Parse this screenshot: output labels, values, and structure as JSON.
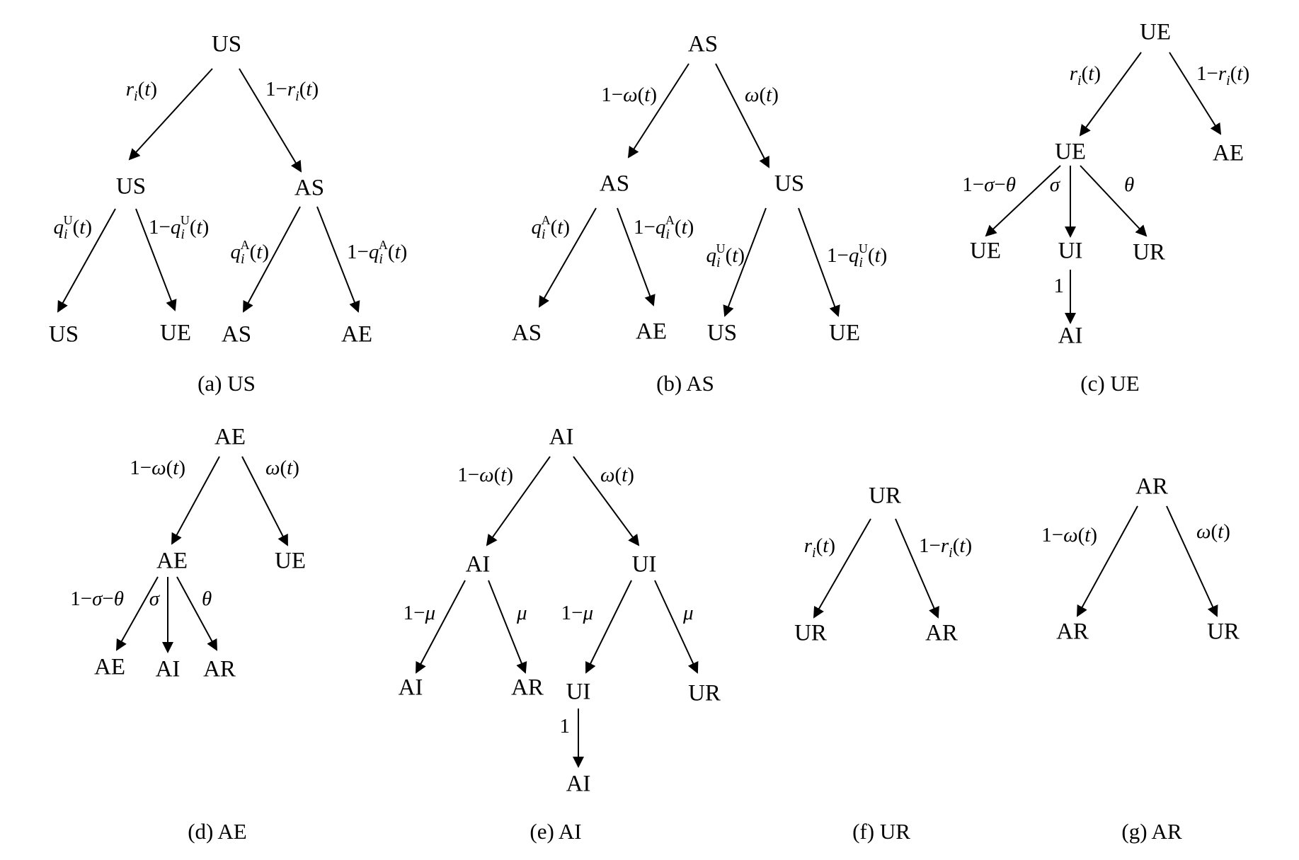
{
  "diagrams": [
    {
      "caption": "(a) US",
      "nodes": [
        "US",
        "US",
        "AS",
        "US",
        "UE",
        "AS",
        "AE"
      ],
      "edges": [
        {
          "from": 0,
          "to": 1,
          "label": "r_i(t)"
        },
        {
          "from": 0,
          "to": 2,
          "label": "1−r_i(t)"
        },
        {
          "from": 1,
          "to": 3,
          "label": "q_i^U(t)"
        },
        {
          "from": 1,
          "to": 4,
          "label": "1−q_i^U(t)"
        },
        {
          "from": 2,
          "to": 5,
          "label": "q_i^A(t)"
        },
        {
          "from": 2,
          "to": 6,
          "label": "1−q_i^A(t)"
        }
      ]
    },
    {
      "caption": "(b) AS",
      "nodes": [
        "AS",
        "AS",
        "US",
        "AS",
        "AE",
        "US",
        "UE"
      ],
      "edges": [
        {
          "from": 0,
          "to": 1,
          "label": "1−ω(t)"
        },
        {
          "from": 0,
          "to": 2,
          "label": "ω(t)"
        },
        {
          "from": 1,
          "to": 3,
          "label": "q_i^A(t)"
        },
        {
          "from": 1,
          "to": 4,
          "label": "1−q_i^A(t)"
        },
        {
          "from": 2,
          "to": 5,
          "label": "q_i^U(t)"
        },
        {
          "from": 2,
          "to": 6,
          "label": "1−q_i^U(t)"
        }
      ]
    },
    {
      "caption": "(c) UE",
      "nodes": [
        "UE",
        "UE",
        "AE",
        "UE",
        "UI",
        "UR",
        "AI"
      ],
      "edges": [
        {
          "from": 0,
          "to": 1,
          "label": "r_i(t)"
        },
        {
          "from": 0,
          "to": 2,
          "label": "1−r_i(t)"
        },
        {
          "from": 1,
          "to": 3,
          "label": "1−σ−θ"
        },
        {
          "from": 1,
          "to": 4,
          "label": "σ"
        },
        {
          "from": 1,
          "to": 5,
          "label": "θ"
        },
        {
          "from": 4,
          "to": 6,
          "label": "1"
        }
      ]
    },
    {
      "caption": "(d) AE",
      "nodes": [
        "AE",
        "AE",
        "UE",
        "AE",
        "AI",
        "AR"
      ],
      "edges": [
        {
          "from": 0,
          "to": 1,
          "label": "1−ω(t)"
        },
        {
          "from": 0,
          "to": 2,
          "label": "ω(t)"
        },
        {
          "from": 1,
          "to": 3,
          "label": "1−σ−θ"
        },
        {
          "from": 1,
          "to": 4,
          "label": "σ"
        },
        {
          "from": 1,
          "to": 5,
          "label": "θ"
        }
      ]
    },
    {
      "caption": "(e) AI",
      "nodes": [
        "AI",
        "AI",
        "UI",
        "AI",
        "AR",
        "UI",
        "UR",
        "AI"
      ],
      "edges": [
        {
          "from": 0,
          "to": 1,
          "label": "1−ω(t)"
        },
        {
          "from": 0,
          "to": 2,
          "label": "ω(t)"
        },
        {
          "from": 1,
          "to": 3,
          "label": "1−μ"
        },
        {
          "from": 1,
          "to": 4,
          "label": "μ"
        },
        {
          "from": 2,
          "to": 5,
          "label": "1−μ"
        },
        {
          "from": 2,
          "to": 6,
          "label": "μ"
        },
        {
          "from": 5,
          "to": 7,
          "label": "1"
        }
      ]
    },
    {
      "caption": "(f) UR",
      "nodes": [
        "UR",
        "UR",
        "AR"
      ],
      "edges": [
        {
          "from": 0,
          "to": 1,
          "label": "r_i(t)"
        },
        {
          "from": 0,
          "to": 2,
          "label": "1−r_i(t)"
        }
      ]
    },
    {
      "caption": "(g) AR",
      "nodes": [
        "AR",
        "AR",
        "UR"
      ],
      "edges": [
        {
          "from": 0,
          "to": 1,
          "label": "1−ω(t)"
        },
        {
          "from": 0,
          "to": 2,
          "label": "ω(t)"
        }
      ]
    }
  ]
}
